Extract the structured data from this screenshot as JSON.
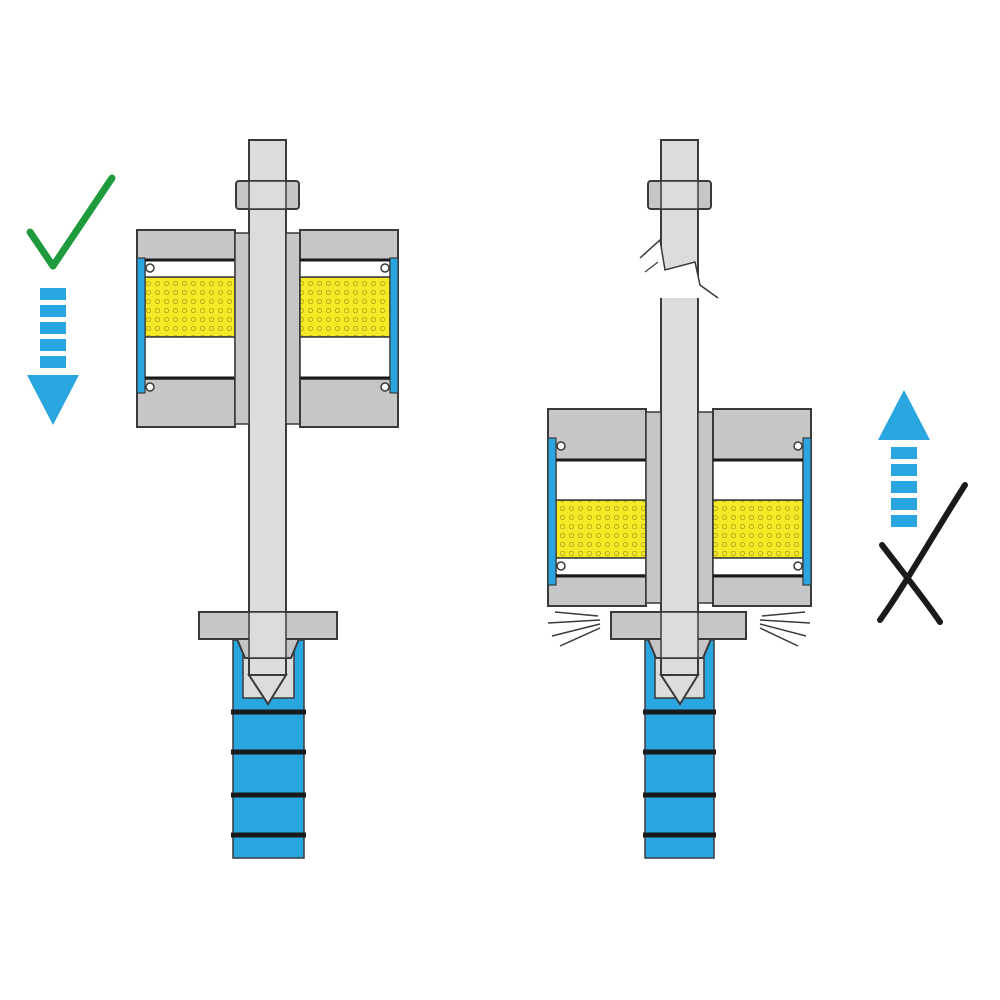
{
  "colors": {
    "steel": "#c6c6c6",
    "steel_dark": "#a7a7a7",
    "outline": "#3a3a3a",
    "shaft": "#dcdcdc",
    "blue": "#29a6e0",
    "yellow": "#f4ea25",
    "dot": "#bcb21a",
    "check": "#1f9a3c",
    "cross": "#1a1a1a"
  },
  "panels": [
    {
      "id": "correct",
      "direction": "down",
      "verdict": "check-icon",
      "assembly_position": "upper"
    },
    {
      "id": "incorrect",
      "direction": "up",
      "verdict": "cross-icon",
      "assembly_position": "lower",
      "shaft_break": true,
      "impact_marks": true
    }
  ]
}
